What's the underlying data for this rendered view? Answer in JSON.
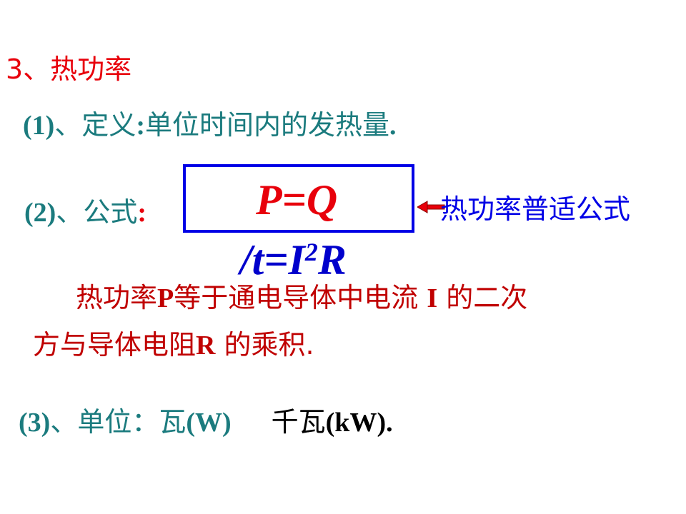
{
  "heading": "3、热功率",
  "definition": {
    "num": "(1)",
    "label": "、定义",
    "colon": ":",
    "text": "单位时间内的发热量",
    "end": "."
  },
  "formula": {
    "num": "(2)",
    "label": "、公式",
    "colon": ":",
    "top": "P=Q",
    "bottom_a": "/t=I",
    "bottom_sup": "2",
    "bottom_b": "R",
    "note": "热功率普适公式"
  },
  "explanation": {
    "line1_a": "热功率",
    "line1_p": "P",
    "line1_b": "等于通电导体中电流 ",
    "line1_i": "I",
    "line1_c": " 的二次",
    "line2_a": "方与导体电阻",
    "line2_r": "R",
    "line2_b": " 的乘积."
  },
  "units": {
    "num": "(3)",
    "label": "、单位：瓦",
    "w": "(W)",
    "kw_label": "千瓦",
    "kw": "(kW)",
    "end": "."
  },
  "colors": {
    "red": "#e8000b",
    "teal": "#1b7b7e",
    "blue": "#0000e6",
    "dark_red": "#c00000"
  }
}
